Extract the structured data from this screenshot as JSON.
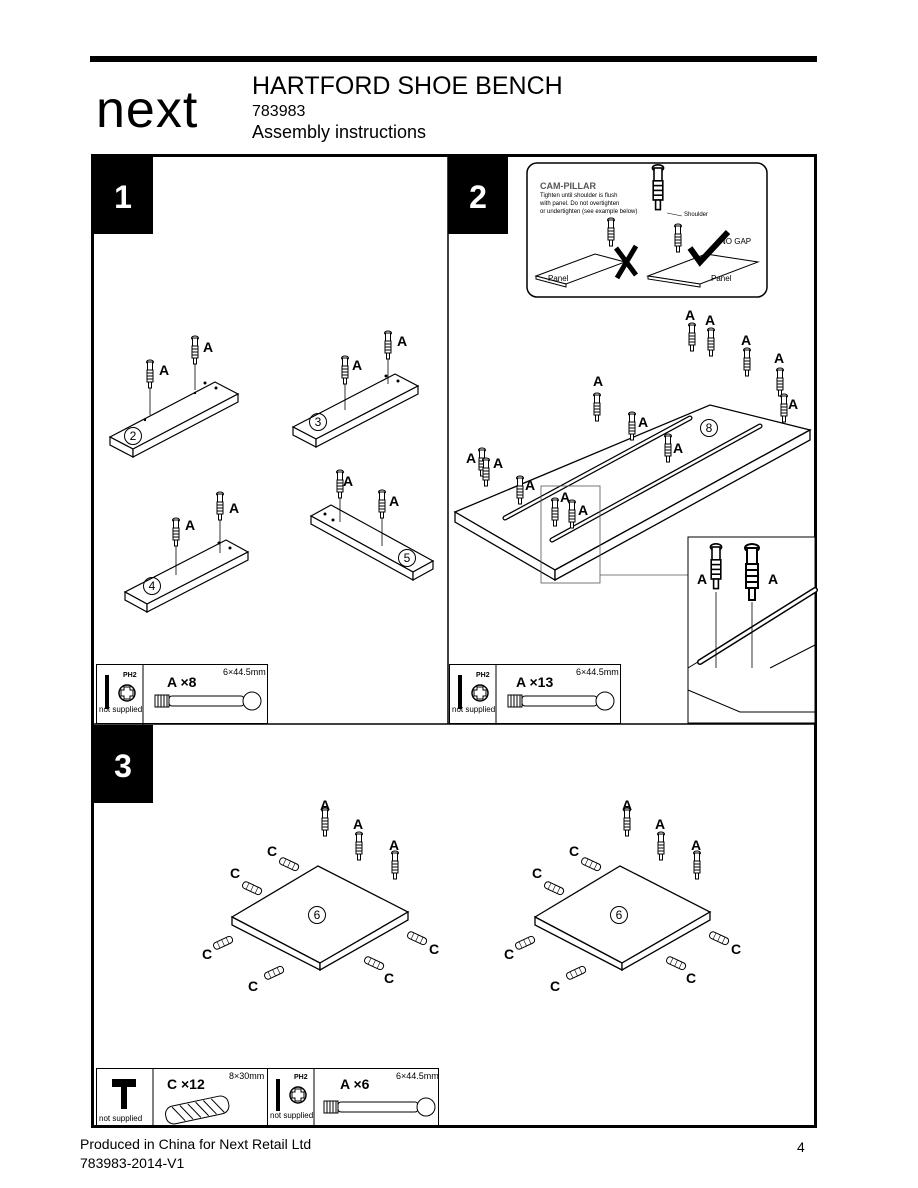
{
  "header": {
    "brand": "next",
    "product_title": "HARTFORD SHOE BENCH",
    "product_code": "783983",
    "doc_type": "Assembly instructions"
  },
  "steps": [
    {
      "number": "1"
    },
    {
      "number": "2"
    },
    {
      "number": "3"
    }
  ],
  "parts": {
    "p2": "2",
    "p3": "3",
    "p4": "4",
    "p5": "5",
    "p6": "6",
    "p8": "8"
  },
  "fitting_labels": {
    "a": "A",
    "c": "C"
  },
  "cam_note": {
    "title": "CAM-PILLAR",
    "line1": "Tighten until shoulder is flush",
    "line2": "with panel. Do not overtighten",
    "line3": "or undertighten (see example below)",
    "shoulder": "Shoulder",
    "no_gap": "NO GAP",
    "panel_left": "Panel",
    "panel_right": "Panel"
  },
  "legends": {
    "step1": {
      "tool": "PH2",
      "qty": "A ×8",
      "size": "6×44.5mm",
      "note": "not supplied"
    },
    "step2": {
      "tool": "PH2",
      "qty": "A ×13",
      "size": "6×44.5mm",
      "note": "not supplied"
    },
    "step3_c": {
      "qty": "C ×12",
      "size": "8×30mm",
      "note": "not supplied"
    },
    "step3_a": {
      "tool": "PH2",
      "qty": "A ×6",
      "size": "6×44.5mm",
      "note": "not supplied"
    }
  },
  "footer": {
    "line1": "Produced in China for Next Retail Ltd",
    "line2": "783983-2014-V1",
    "page": "4"
  }
}
